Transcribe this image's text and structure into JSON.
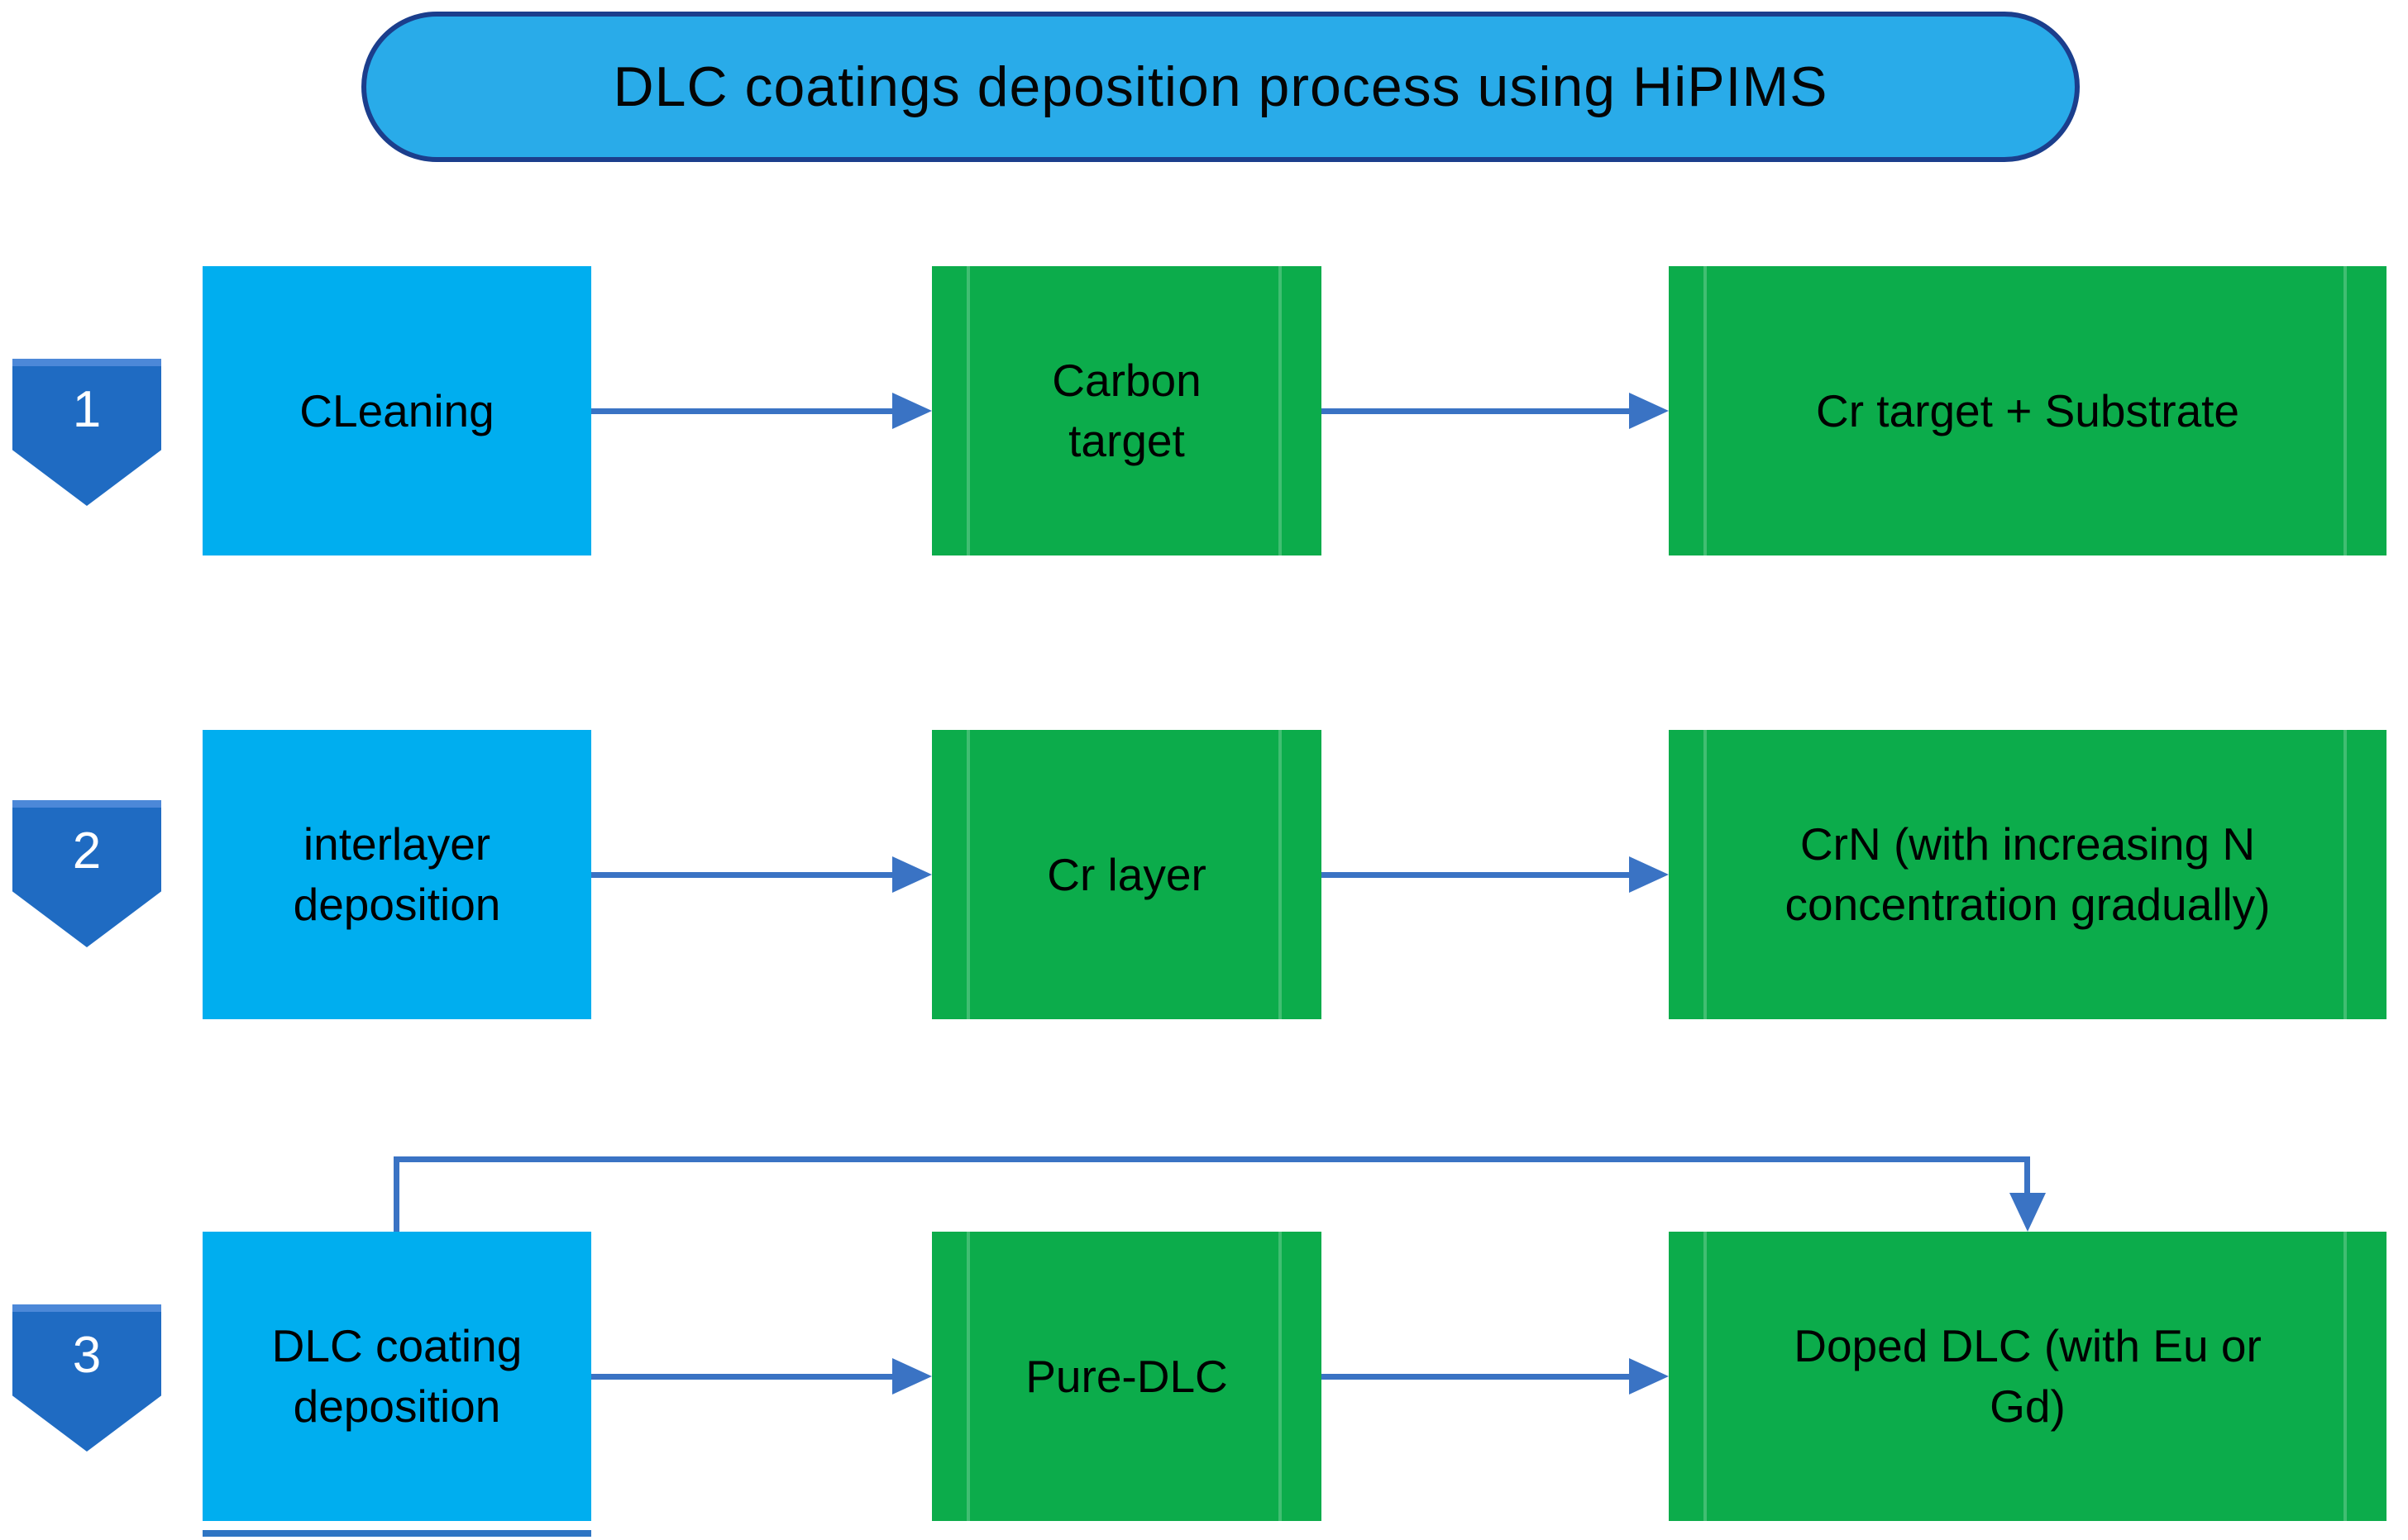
{
  "title": "DLC coatings deposition process using HiPIMS",
  "colors": {
    "title_fill": "#29abe9",
    "title_border": "#1b3e8c",
    "step_box_fill": "#00aeef",
    "stage_box_fill": "#0cac4b",
    "badge_fill": "#1f6bc2",
    "connector_blue": "#3a73c4",
    "text": "#000000",
    "badge_number": "#ffffff"
  },
  "rows": [
    {
      "number": "1",
      "step": "CLeaning",
      "stage": "Carbon\ntarget",
      "result": "Cr target + Substrate"
    },
    {
      "number": "2",
      "step": "interlayer\ndeposition",
      "stage": "Cr layer",
      "result": "CrN (with increasing N\nconcentration gradually)"
    },
    {
      "number": "3",
      "step": "DLC coating\ndeposition",
      "stage": "Pure-DLC",
      "result": "Doped DLC (with Eu or\nGd)"
    }
  ]
}
